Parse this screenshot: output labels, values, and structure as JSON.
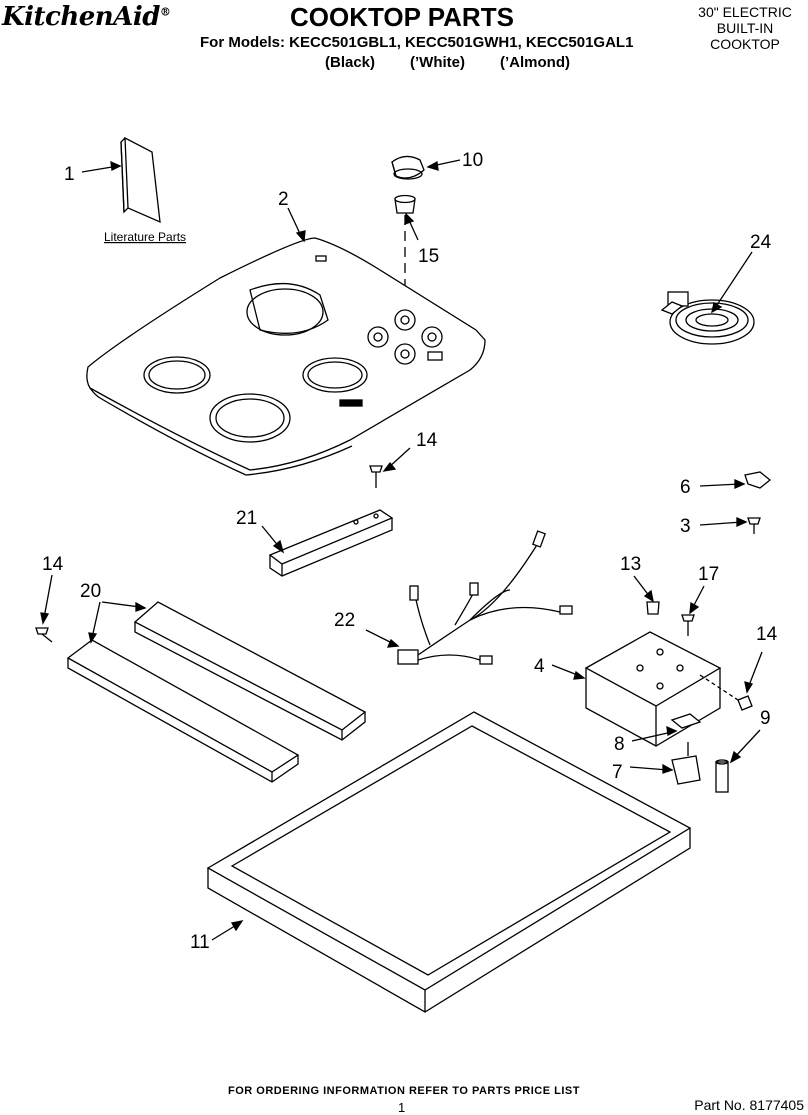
{
  "header": {
    "brand": "KitchenAid",
    "brand_mark": "®",
    "title": "COOKTOP PARTS",
    "models": "For Models: KECC501GBL1, KECC501GWH1, KECC501GAL1",
    "colors": [
      "(Black)",
      "(’White)",
      "(’Almond)"
    ],
    "corner": [
      "30\" ELECTRIC",
      "BUILT-IN",
      "COOKTOP"
    ]
  },
  "literature_label": "Literature Parts",
  "callouts": {
    "c1": "1",
    "c2": "2",
    "c3": "3",
    "c4": "4",
    "c6": "6",
    "c7": "7",
    "c8": "8",
    "c9": "9",
    "c10": "10",
    "c11": "11",
    "c13": "13",
    "c14a": "14",
    "c14b": "14",
    "c14c": "14",
    "c15": "15",
    "c17": "17",
    "c20": "20",
    "c21": "21",
    "c22": "22",
    "c24": "24"
  },
  "footer": {
    "ordering": "FOR ORDERING INFORMATION REFER TO PARTS PRICE LIST",
    "page": "1",
    "part_no": "Part No. 8177405"
  }
}
